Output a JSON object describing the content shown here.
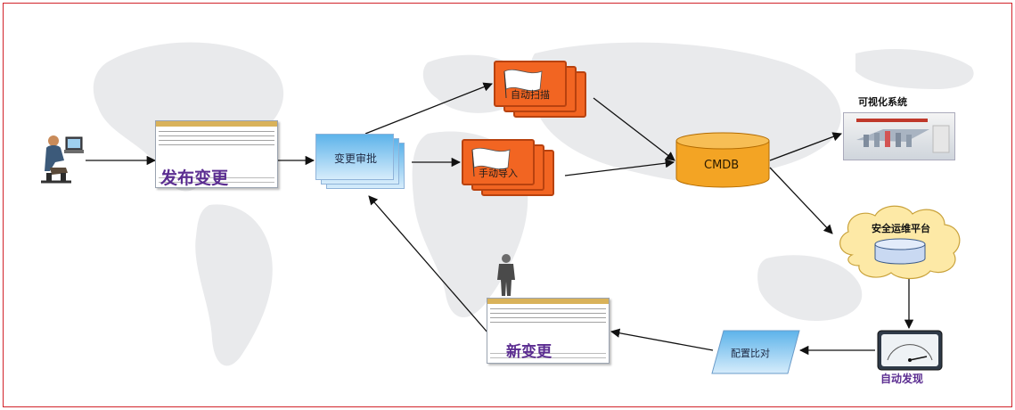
{
  "colors": {
    "frame": "#d2232a",
    "approval_fill": "#5db3ea",
    "orange_card": "#f26522",
    "database": "#f3a424",
    "cloud": "#fde9a6",
    "doc_label": "#5b2d91",
    "arrow": "#111111"
  },
  "nodes": {
    "release_change": {
      "label": "发布变更",
      "icon": "document-icon"
    },
    "change_approval": {
      "label": "变更审批",
      "icon": "stacked-sheets-icon"
    },
    "auto_scan": {
      "label": "自动扫描",
      "icon": "flag-icon"
    },
    "manual_import": {
      "label": "手动导入",
      "icon": "flag-icon"
    },
    "cmdb": {
      "label": "CMDB",
      "icon": "database-icon"
    },
    "visualization": {
      "label": "可视化系统",
      "icon": "chart-thumbnail-icon"
    },
    "security_ops": {
      "label": "安全运维平台",
      "icon": "cloud-icon"
    },
    "auto_discovery": {
      "label": "自动发现",
      "icon": "gauge-icon"
    },
    "config_compare": {
      "label": "配置比对",
      "icon": "parallelogram-icon"
    },
    "new_change": {
      "label": "新变更",
      "icon": "document-icon"
    }
  },
  "actors": {
    "operator": {
      "icon": "person-at-computer-icon"
    },
    "manager": {
      "icon": "standing-person-icon"
    }
  },
  "edges": [
    {
      "from": "operator",
      "to": "release_change"
    },
    {
      "from": "release_change",
      "to": "change_approval"
    },
    {
      "from": "change_approval",
      "to": "auto_scan"
    },
    {
      "from": "change_approval",
      "to": "manual_import"
    },
    {
      "from": "auto_scan",
      "to": "cmdb"
    },
    {
      "from": "manual_import",
      "to": "cmdb"
    },
    {
      "from": "cmdb",
      "to": "visualization"
    },
    {
      "from": "cmdb",
      "to": "security_ops"
    },
    {
      "from": "security_ops",
      "to": "auto_discovery"
    },
    {
      "from": "auto_discovery",
      "to": "config_compare"
    },
    {
      "from": "config_compare",
      "to": "new_change"
    },
    {
      "from": "new_change",
      "to": "change_approval"
    }
  ]
}
